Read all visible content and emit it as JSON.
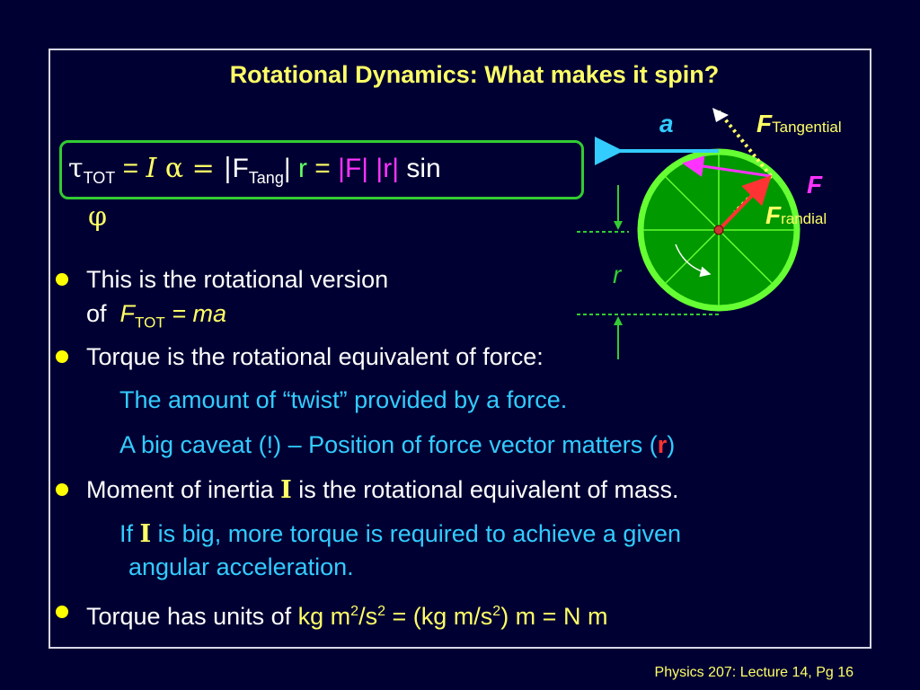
{
  "title": "Rotational Dynamics: What makes it spin?",
  "equation": {
    "tau": "τ",
    "tot": "TOT",
    "eq1": " = ",
    "I": "I",
    "alpha": " α = ",
    "bar_open": "|",
    "F": "F",
    "tang": "Tang",
    "bar_close": "|",
    "r": " r",
    "eq2": " = ",
    "absF": "|F|",
    "absr": " |r|",
    "sin": " sin",
    "phi": "φ"
  },
  "bullets": [
    {
      "line1": "This is the rotational version",
      "line2_pre": "of ",
      "F": "F",
      "tot": "TOT",
      "rhs": " = ma"
    },
    {
      "text": "Torque is the rotational equivalent of force:"
    },
    {
      "pre": "Moment of inertia ",
      "I": "I",
      "post": " is the rotational equivalent of mass."
    },
    {
      "pre": "Torque has units of ",
      "u1": "kg m",
      "s1": "2",
      "u2": "/s",
      "s2": "2",
      "mid": " = (kg m/s",
      "s3": "2",
      "post": ") m = N m"
    }
  ],
  "sub": {
    "twist": "The amount of “twist” provided by a force.",
    "caveat_pre": "A big caveat (!) – Position of force vector matters (",
    "caveat_r": "r",
    "caveat_post": ")",
    "if_pre": "If ",
    "if_I": "I",
    "if_post": " is big, more torque is required to achieve a given",
    "if_line2": "angular acceleration."
  },
  "diagram": {
    "a": "a",
    "F_tan": "F",
    "tangential": "Tangential",
    "F": "F",
    "F_rad": "F",
    "randial": "randial",
    "r": "r"
  },
  "colors": {
    "background": "#000033",
    "title": "#ffff66",
    "wheel": "#009900",
    "wheel_rim": "#66ff33",
    "accel": "#33ccff",
    "force": "#ff3333",
    "tangential": "#ff33ff",
    "dots": "#ffff66"
  },
  "footer": "Physics 207: Lecture 14, Pg 16"
}
